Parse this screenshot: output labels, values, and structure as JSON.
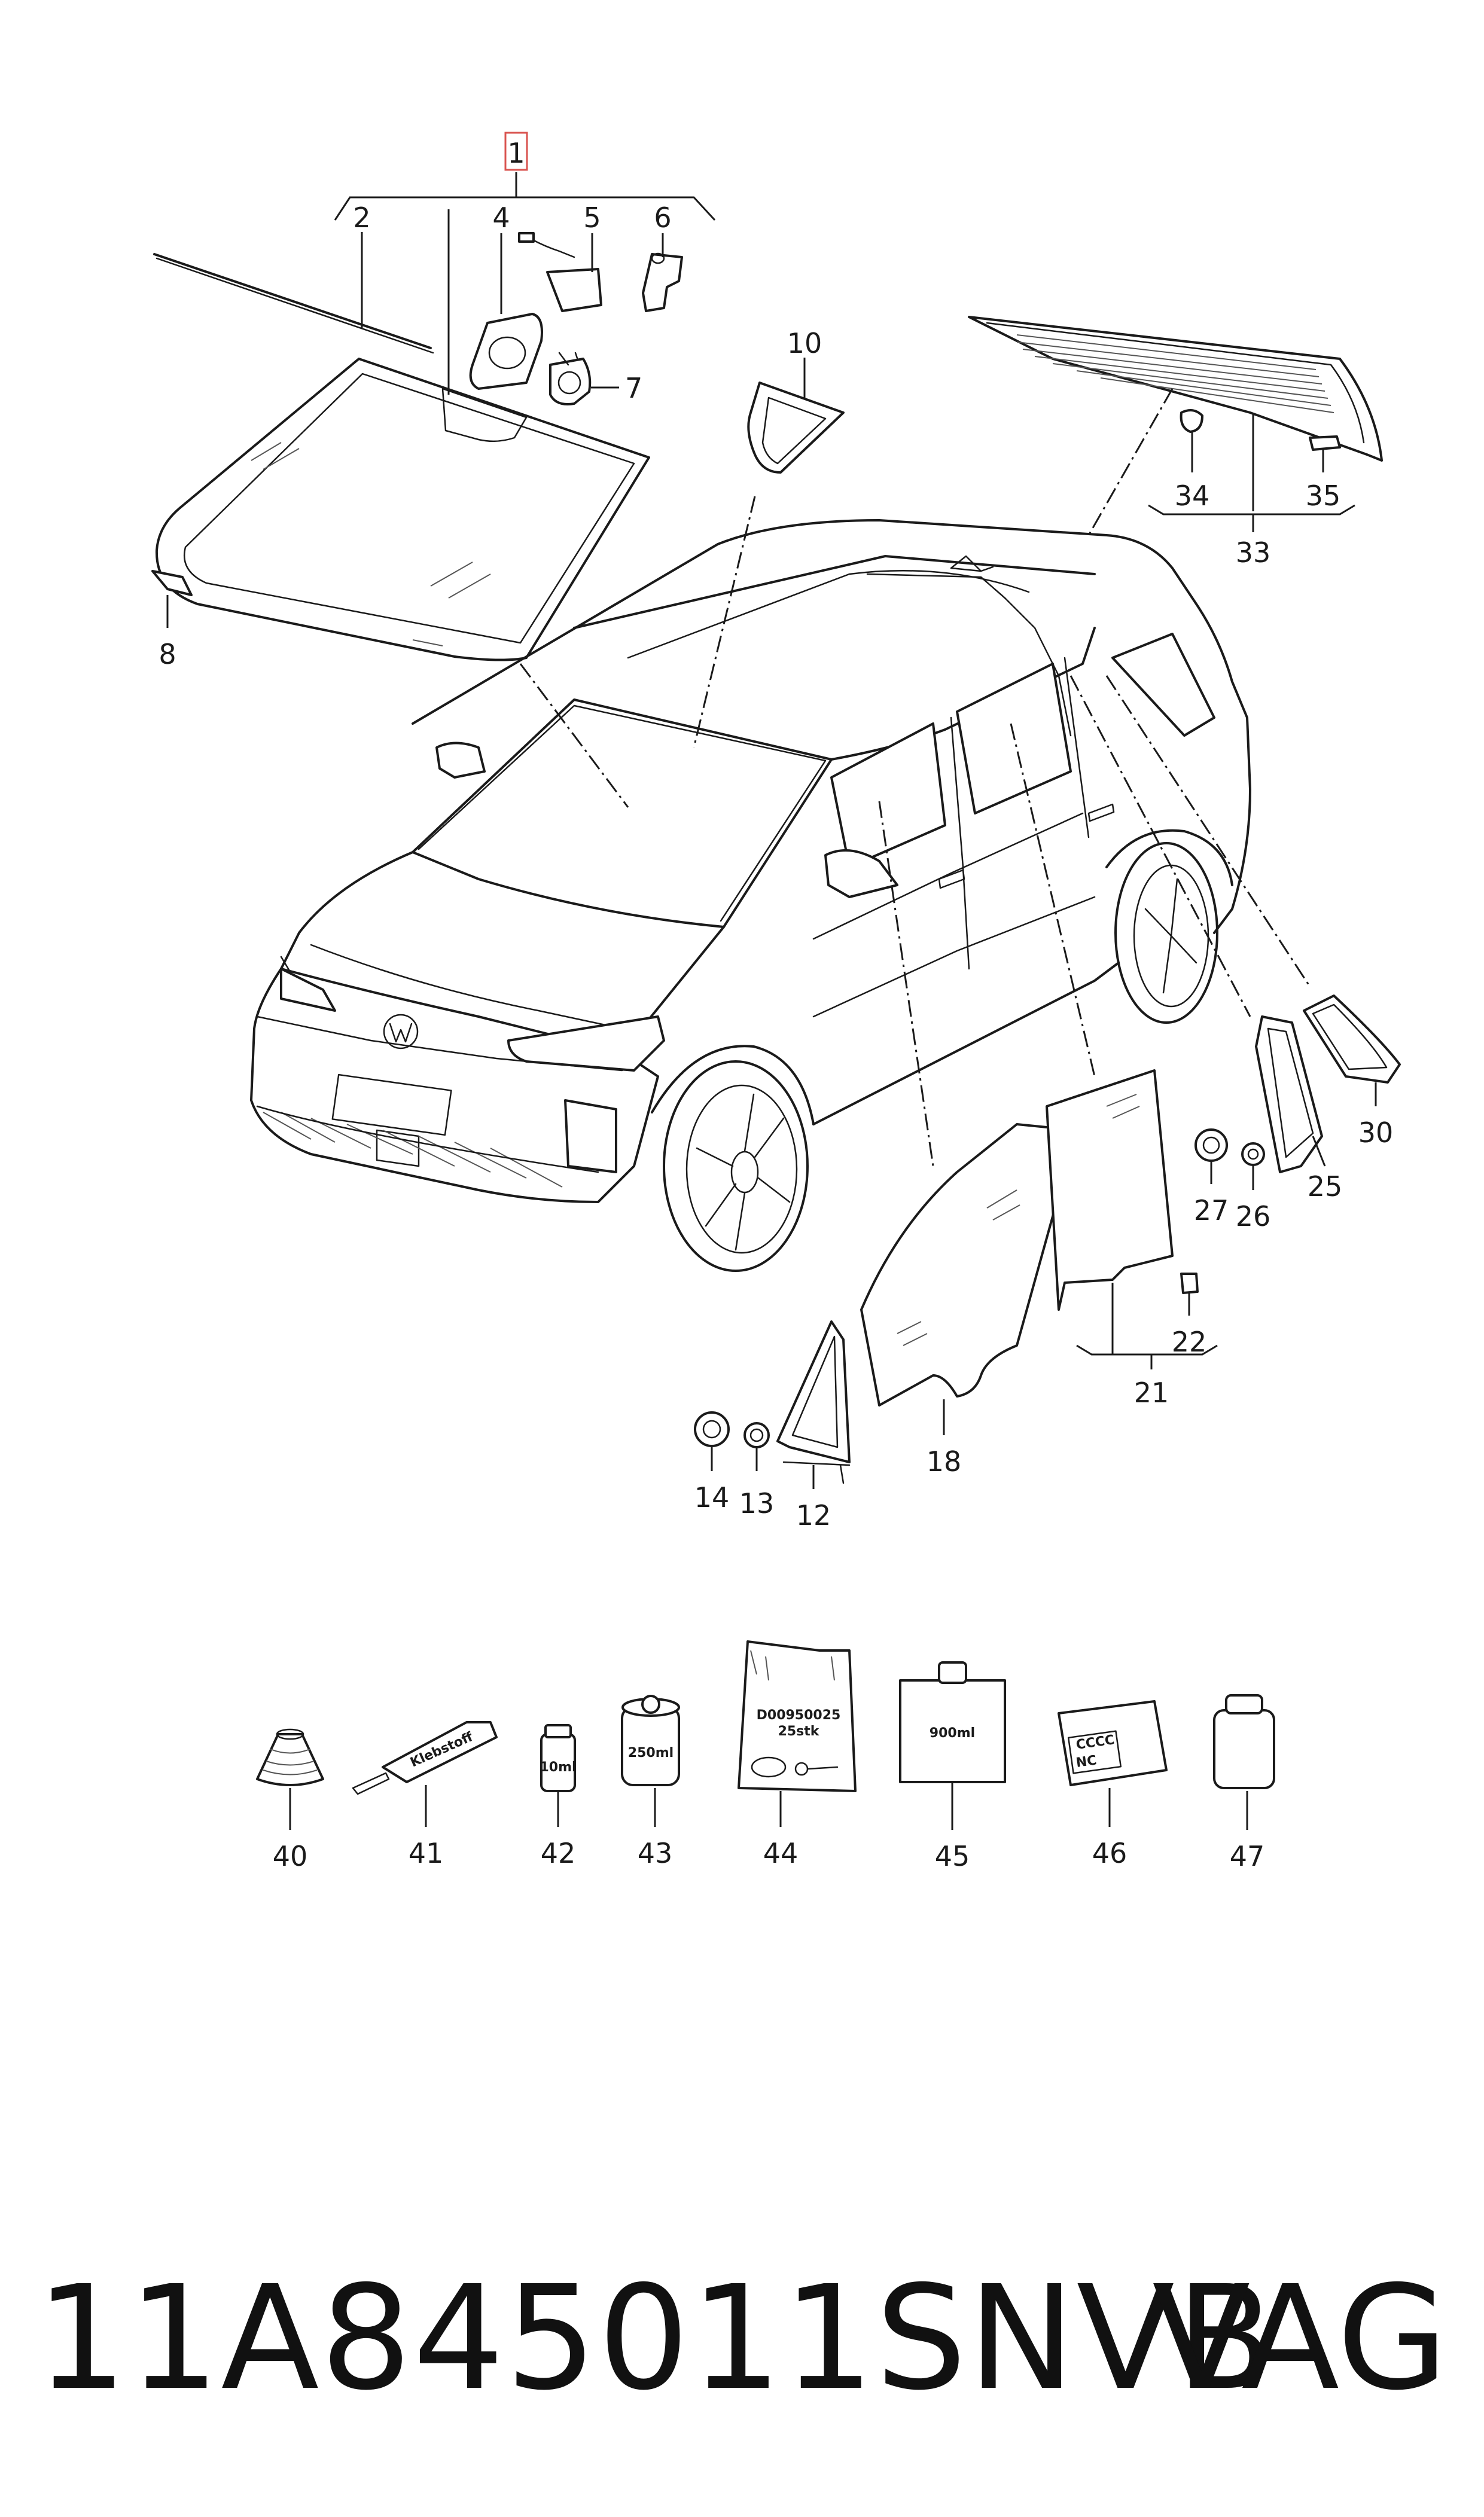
{
  "callouts": [
    {
      "id": "1",
      "highlight": true
    },
    {
      "id": "2"
    },
    {
      "id": "4"
    },
    {
      "id": "5"
    },
    {
      "id": "6"
    },
    {
      "id": "7"
    },
    {
      "id": "8"
    },
    {
      "id": "10"
    },
    {
      "id": "12"
    },
    {
      "id": "13"
    },
    {
      "id": "14"
    },
    {
      "id": "18"
    },
    {
      "id": "21"
    },
    {
      "id": "22"
    },
    {
      "id": "25"
    },
    {
      "id": "26"
    },
    {
      "id": "27"
    },
    {
      "id": "30"
    },
    {
      "id": "33"
    },
    {
      "id": "34"
    },
    {
      "id": "35"
    },
    {
      "id": "40"
    },
    {
      "id": "41"
    },
    {
      "id": "42"
    },
    {
      "id": "43"
    },
    {
      "id": "44"
    },
    {
      "id": "45"
    },
    {
      "id": "46"
    },
    {
      "id": "47"
    }
  ],
  "product_labels": {
    "tube": "Klebstoff",
    "vial_small": "10ml",
    "can_medium": "250ml",
    "bag_code": "D00950025",
    "bag_qty": "25stk",
    "canister": "900ml",
    "box_line1": "CCCC",
    "box_line2": "NC"
  },
  "footer": {
    "part_number": "11A845011SNVB",
    "brand": "VAG"
  },
  "colors": {
    "line": "#1a1a1a",
    "highlight_box": "#d9534f",
    "background": "#ffffff"
  }
}
